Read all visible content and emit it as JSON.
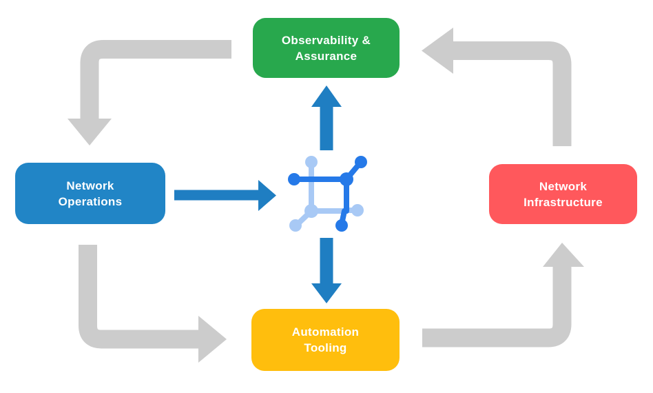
{
  "diagram": {
    "title": "Network automation lifecycle diagram",
    "nodes": {
      "observability": {
        "line1": "Observability &",
        "line2": "Assurance",
        "color": "#28A84D"
      },
      "operations": {
        "line1": "Network",
        "line2": "Operations",
        "color": "#2185C6"
      },
      "infrastructure": {
        "line1": "Network",
        "line2": "Infrastructure",
        "color": "#FF585C"
      },
      "automation": {
        "line1": "Automation",
        "line2": "Tooling",
        "color": "#FFBE0D"
      }
    },
    "flow": {
      "outer_cycle": [
        "Network Operations -> Automation Tooling",
        "Automation Tooling -> Network Infrastructure",
        "Network Infrastructure -> Observability & Assurance",
        "Observability & Assurance -> Network Operations"
      ],
      "center_links": [
        "Network Operations -> center icon",
        "center icon -> Observability & Assurance",
        "center icon -> Automation Tooling"
      ]
    },
    "center_icon_name": "network-nodes-icon",
    "colors": {
      "gray_arrow": "#CCCCCC",
      "blue_arrow": "#1F7EC2",
      "icon_blue": "#2579E8",
      "icon_light_blue": "#A8C9F5",
      "text": "#FFFFFF",
      "background": "#FFFFFF"
    }
  }
}
